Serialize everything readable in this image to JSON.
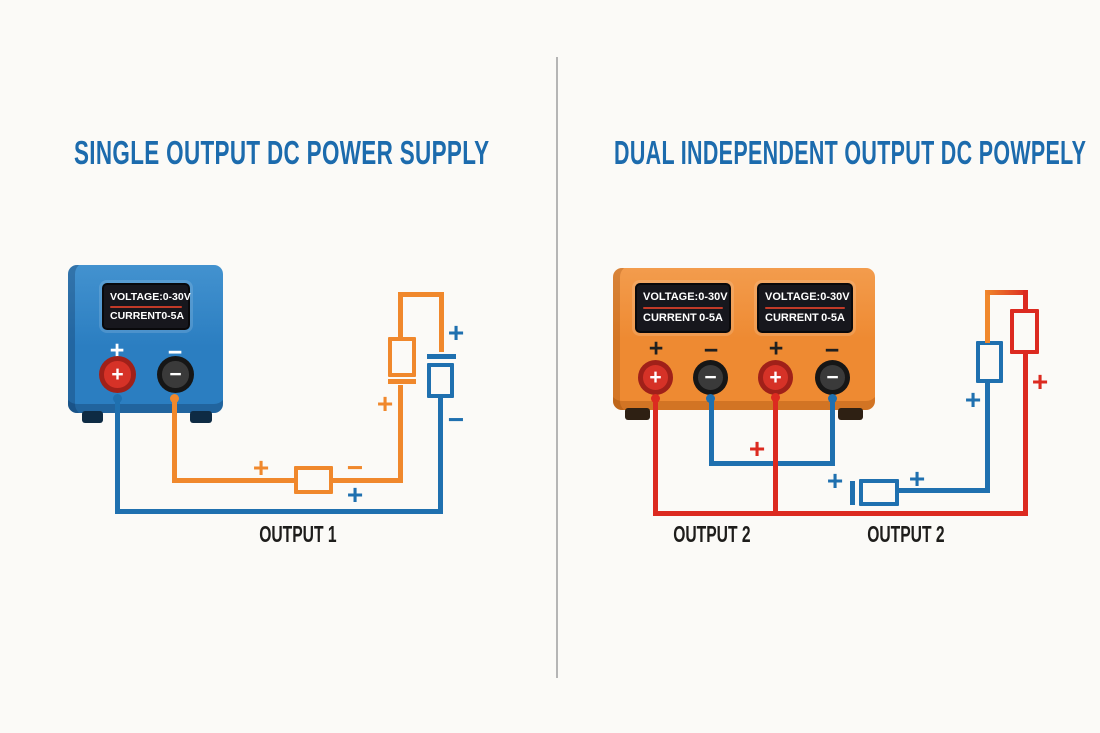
{
  "colors": {
    "background": "#fbfaf7",
    "title_blue": "#1c6bad",
    "text_dark": "#1e1d1b",
    "divider_gray": "#b5b5b5",
    "wire_blue": "#1f70af",
    "wire_orange": "#f0882c",
    "wire_red": "#dc2a20",
    "psu_blue": "#2e80c3",
    "psu_orange": "#ef8c36",
    "screen_bg": "#17171d",
    "screen_text": "#ffffff",
    "screen_line": "#c23a28",
    "terminal_red": "#d63227",
    "terminal_red_ring": "#a02019",
    "terminal_black": "#3a3a3a",
    "terminal_black_ring": "#161616"
  },
  "left": {
    "title": "SINGLE OUTPUT DC POWER SUPPLY",
    "output_label": "OUTPUT 1",
    "psu": {
      "display": {
        "l1_label": "VOLTAGE:",
        "l1_value": "0-30V",
        "l2_label": "CURRENT",
        "l2_value": "0-5A"
      },
      "terminal_labels": [
        "+",
        "−"
      ],
      "terminal_symbols": [
        "+",
        "−"
      ]
    },
    "annotations": [
      {
        "text": "+"
      },
      {
        "text": "−"
      },
      {
        "text": "+"
      },
      {
        "text": "+"
      },
      {
        "text": "+"
      },
      {
        "text": "−"
      }
    ]
  },
  "right": {
    "title": "DUAL INDEPENDENT OUTPUT DC POWPELY",
    "output_labels": [
      "OUTPUT 2",
      "OUTPUT 2"
    ],
    "psu": {
      "displays": [
        {
          "l1_label": "VOLTAGE:",
          "l1_value": "0-30V",
          "l2_label": "CURRENT",
          "l2_value": "0-5A"
        },
        {
          "l1_label": "VOLTAGE:",
          "l1_value": "0-30V",
          "l2_label": "CURRENT",
          "l2_value": "0-5A"
        }
      ],
      "terminal_labels": [
        "+",
        "−",
        "+",
        "−"
      ],
      "terminal_symbols": [
        "+",
        "−",
        "+",
        "−"
      ]
    },
    "annotations": [
      {
        "text": "+"
      },
      {
        "text": "+"
      },
      {
        "text": "+"
      },
      {
        "text": "+"
      },
      {
        "text": "+"
      }
    ]
  }
}
